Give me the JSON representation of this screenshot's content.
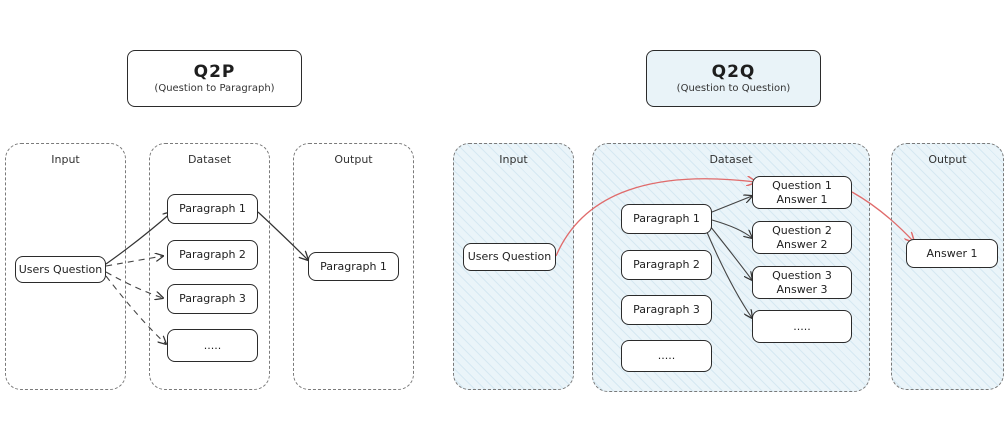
{
  "q2p": {
    "title": "Q2P",
    "subtitle": "(Question to Paragraph)",
    "zones": {
      "input": "Input",
      "dataset": "Dataset",
      "output": "Output"
    },
    "question": "Users Question",
    "paragraphs": [
      "Paragraph 1",
      "Paragraph 2",
      "Paragraph 3",
      "....."
    ],
    "output": "Paragraph 1"
  },
  "q2q": {
    "title": "Q2Q",
    "subtitle": "(Question to Question)",
    "zones": {
      "input": "Input",
      "dataset": "Dataset",
      "output": "Output"
    },
    "question": "Users Question",
    "paragraphs": [
      "Paragraph 1",
      "Paragraph 2",
      "Paragraph 3",
      "....."
    ],
    "qa_pairs": [
      {
        "q": "Question 1",
        "a": "Answer 1"
      },
      {
        "q": "Question 2",
        "a": "Answer 2"
      },
      {
        "q": "Question 3",
        "a": "Answer 3"
      },
      {
        "q": ".....",
        "a": ""
      }
    ],
    "output": "Answer 1"
  },
  "colors": {
    "ink": "#2b2b2b",
    "highlight": "#e06b6b",
    "fill": "#e9f3f8"
  }
}
